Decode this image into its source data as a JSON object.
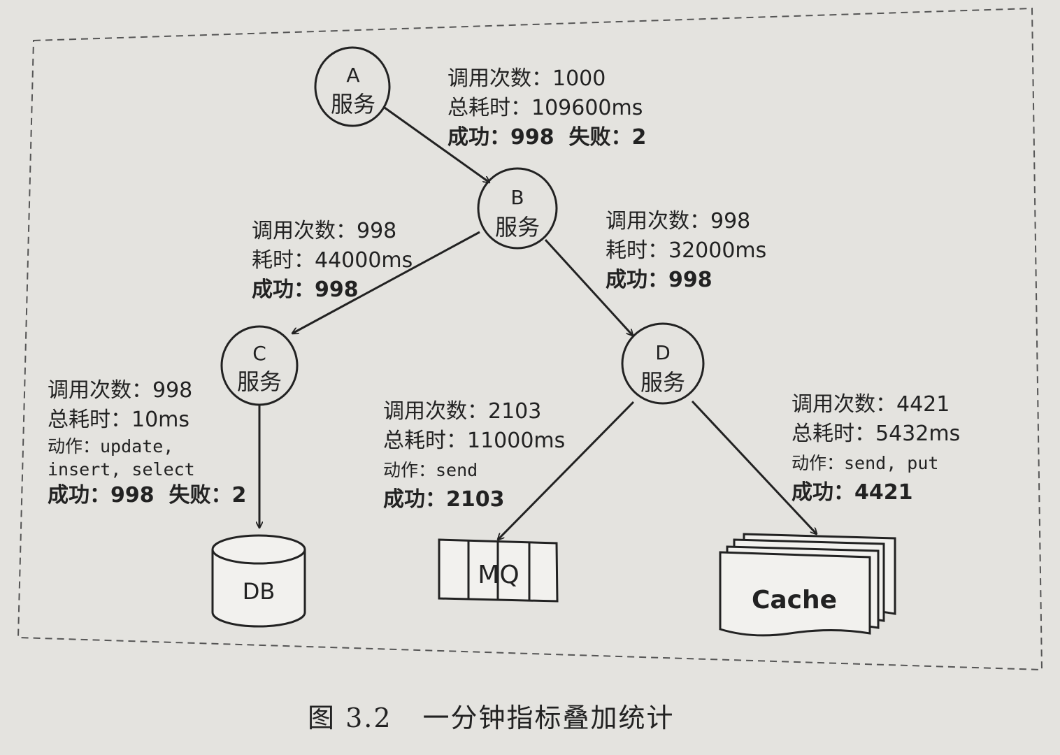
{
  "nodes": {
    "a": {
      "letter": "A",
      "name": "服务"
    },
    "b": {
      "letter": "B",
      "name": "服务"
    },
    "c": {
      "letter": "C",
      "name": "服务"
    },
    "d": {
      "letter": "D",
      "name": "服务"
    },
    "db": {
      "label": "DB"
    },
    "mq": {
      "label": "MQ"
    },
    "cache": {
      "label": "Cache"
    }
  },
  "edges": {
    "a_b": {
      "calls": "调用次数：1000",
      "time": "总耗时：109600ms",
      "success": "成功：998",
      "fail": "失败：2"
    },
    "b_c": {
      "calls": "调用次数：998",
      "time": "耗时：44000ms",
      "success": "成功：998"
    },
    "b_d": {
      "calls": "调用次数：998",
      "time": "耗时：32000ms",
      "success": "成功：998"
    },
    "c_db": {
      "calls": "调用次数：998",
      "time": "总耗时：10ms",
      "action1": "动作：update,",
      "action2": "insert, select",
      "success": "成功：998",
      "fail": "失败：2"
    },
    "d_mq": {
      "calls": "调用次数：2103",
      "time": "总耗时：11000ms",
      "action": "动作：send",
      "success": "成功：2103"
    },
    "d_cache": {
      "calls": "调用次数：4421",
      "time": "总耗时：5432ms",
      "action": "动作：send, put",
      "success": "成功：4421"
    }
  },
  "caption": {
    "number": "图 3.2",
    "title": "一分钟指标叠加统计"
  }
}
